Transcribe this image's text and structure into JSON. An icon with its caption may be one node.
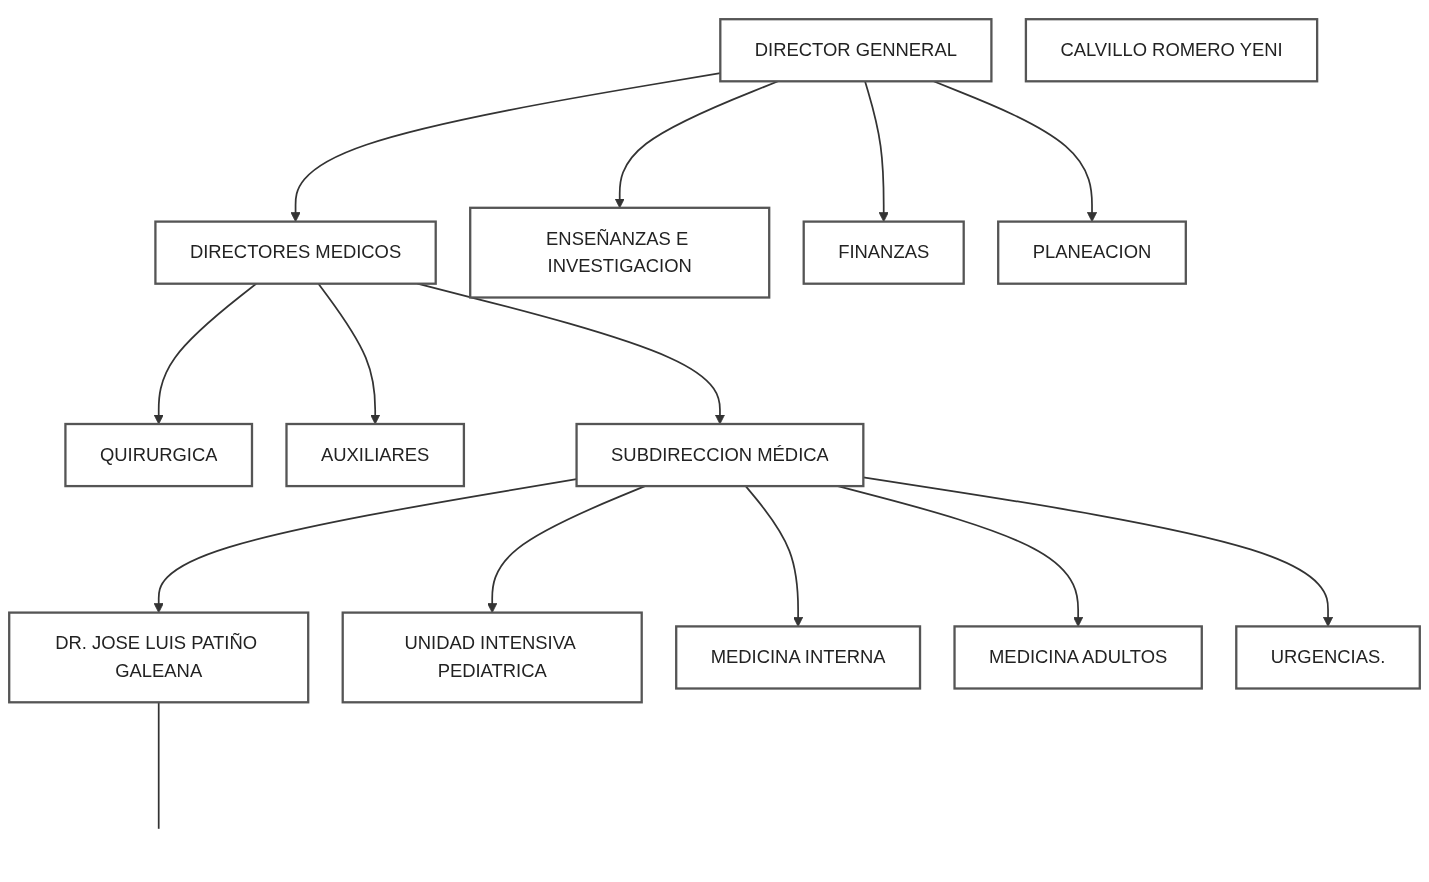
{
  "diagram": {
    "nodes": [
      {
        "text": [
          "DIRECTOR GENNERAL"
        ]
      },
      {
        "text": [
          "DIRECTORES MEDICOS"
        ]
      },
      {
        "text": [
          "ENSEÑANZAS E INVESTIGACION"
        ]
      },
      {
        "text": [
          "FINANZAS"
        ]
      },
      {
        "text": [
          "PLANEACION"
        ]
      },
      {
        "text": [
          "SUBDIRECCION MÉDICA"
        ]
      },
      {
        "text": [
          "QUIRURGICA"
        ]
      },
      {
        "text": [
          "AUXILIARES"
        ]
      },
      {
        "text": [
          "DR. JOSE LUIS PATIÑO GALEANA"
        ]
      },
      {
        "text": [
          "UNIDAD INTENSIVA PEDIATRICA"
        ]
      },
      {
        "text": [
          "MEDICINA INTERNA"
        ]
      },
      {
        "text": [
          "MEDICINA ADULTOS"
        ]
      },
      {
        "text": [
          "URGENCIAS."
        ]
      },
      {
        "text": [
          "CALVILLO ROMERO YENI"
        ]
      }
    ],
    "edges": [
      {
        "from": 0,
        "to": 1,
        "arrow": "to"
      },
      {
        "from": 0,
        "to": 2,
        "arrow": "to"
      },
      {
        "from": 0,
        "to": 3,
        "arrow": "to"
      },
      {
        "from": 0,
        "to": 4,
        "arrow": "to"
      },
      {
        "from": 1,
        "to": 5,
        "arrow": "to"
      },
      {
        "from": 1,
        "to": 6,
        "arrow": "to"
      },
      {
        "from": 1,
        "to": 7,
        "arrow": "to"
      },
      {
        "from": 5,
        "to": 8,
        "arrow": "to"
      },
      {
        "from": 5,
        "to": 9,
        "arrow": "to"
      },
      {
        "from": 5,
        "to": 10,
        "arrow": "to"
      },
      {
        "from": 5,
        "to": 11,
        "arrow": "to"
      },
      {
        "from": 5,
        "to": 12,
        "arrow": "to"
      },
      {
        "from": 8,
        "to": null,
        "arrow": "none"
      }
    ]
  }
}
